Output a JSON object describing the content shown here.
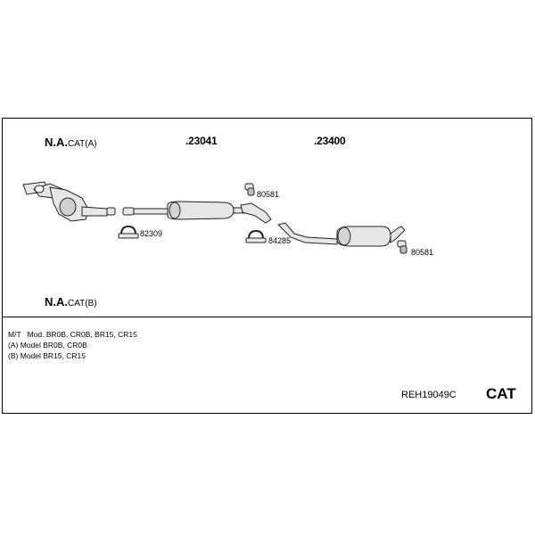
{
  "variants": {
    "a": {
      "prefix": "N.A.",
      "suffix": "CAT(A)"
    },
    "b": {
      "prefix": "N.A.",
      "suffix": "CAT(B)"
    }
  },
  "part_numbers": {
    "main_1": ".23041",
    "main_2": ".23400",
    "clamp_1": "82309",
    "clamp_2": "84285",
    "hanger_1": "80581",
    "hanger_2": "80581"
  },
  "notes": {
    "line1": "M/T   Mod. BR0B, CR0B, BR15, CR15",
    "line2": "(A) Model BR0B, CR0B",
    "line3": "(B) Model BR15, CR15"
  },
  "footer": {
    "code": "REH19049C",
    "label": "CAT"
  }
}
